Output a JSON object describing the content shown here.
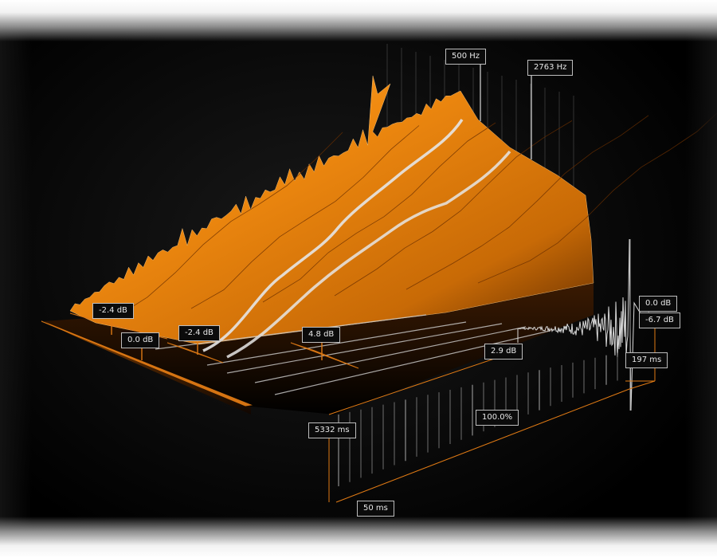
{
  "colors": {
    "surface": "#f08a10",
    "surface_dark": "#7a3a00",
    "highlight": "#e6e6e6",
    "accent_line": "#e07a14",
    "label_bg": "#0b0b0b",
    "label_border": "#bdbdbd"
  },
  "labels": {
    "freq_a": "500 Hz",
    "freq_b": "2763 Hz",
    "gain_left_1": "-2.4 dB",
    "gain_left_2": "0.0 dB",
    "gain_left_3": "-2.4 dB",
    "gain_left_4": "4.8 dB",
    "gain_mid": "2.9 dB",
    "gain_right_top": "0.0 dB",
    "gain_right_bottom": "-6.7 dB",
    "time_right": "197 ms",
    "percent": "100.0%",
    "time_length": "5332 ms",
    "time_start": "50 ms"
  }
}
